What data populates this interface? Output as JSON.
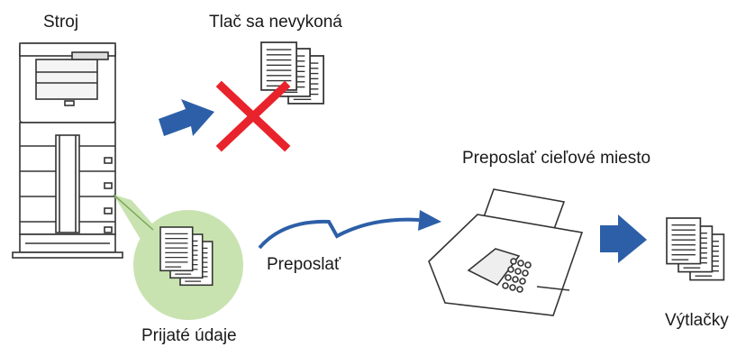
{
  "labels": {
    "machine": "Stroj",
    "no_print": "Tlač sa nevykoná",
    "forward_destination": "Preposlať cieľové miesto",
    "forward": "Preposlať",
    "received_data": "Prijaté údaje",
    "printouts": "Výtlačky"
  },
  "colors": {
    "arrow_blue": "#2d5fa8",
    "cross_red": "#e8232b",
    "bubble_green": "#c8e3b0",
    "bubble_outline": "#7aa85a",
    "line_dark": "#333333"
  },
  "icons": [
    "printer-icon",
    "document-stack-icon",
    "cross-icon",
    "arrow-right-icon",
    "fax-machine-icon",
    "zigzag-line-icon",
    "callout-bubble-icon"
  ]
}
